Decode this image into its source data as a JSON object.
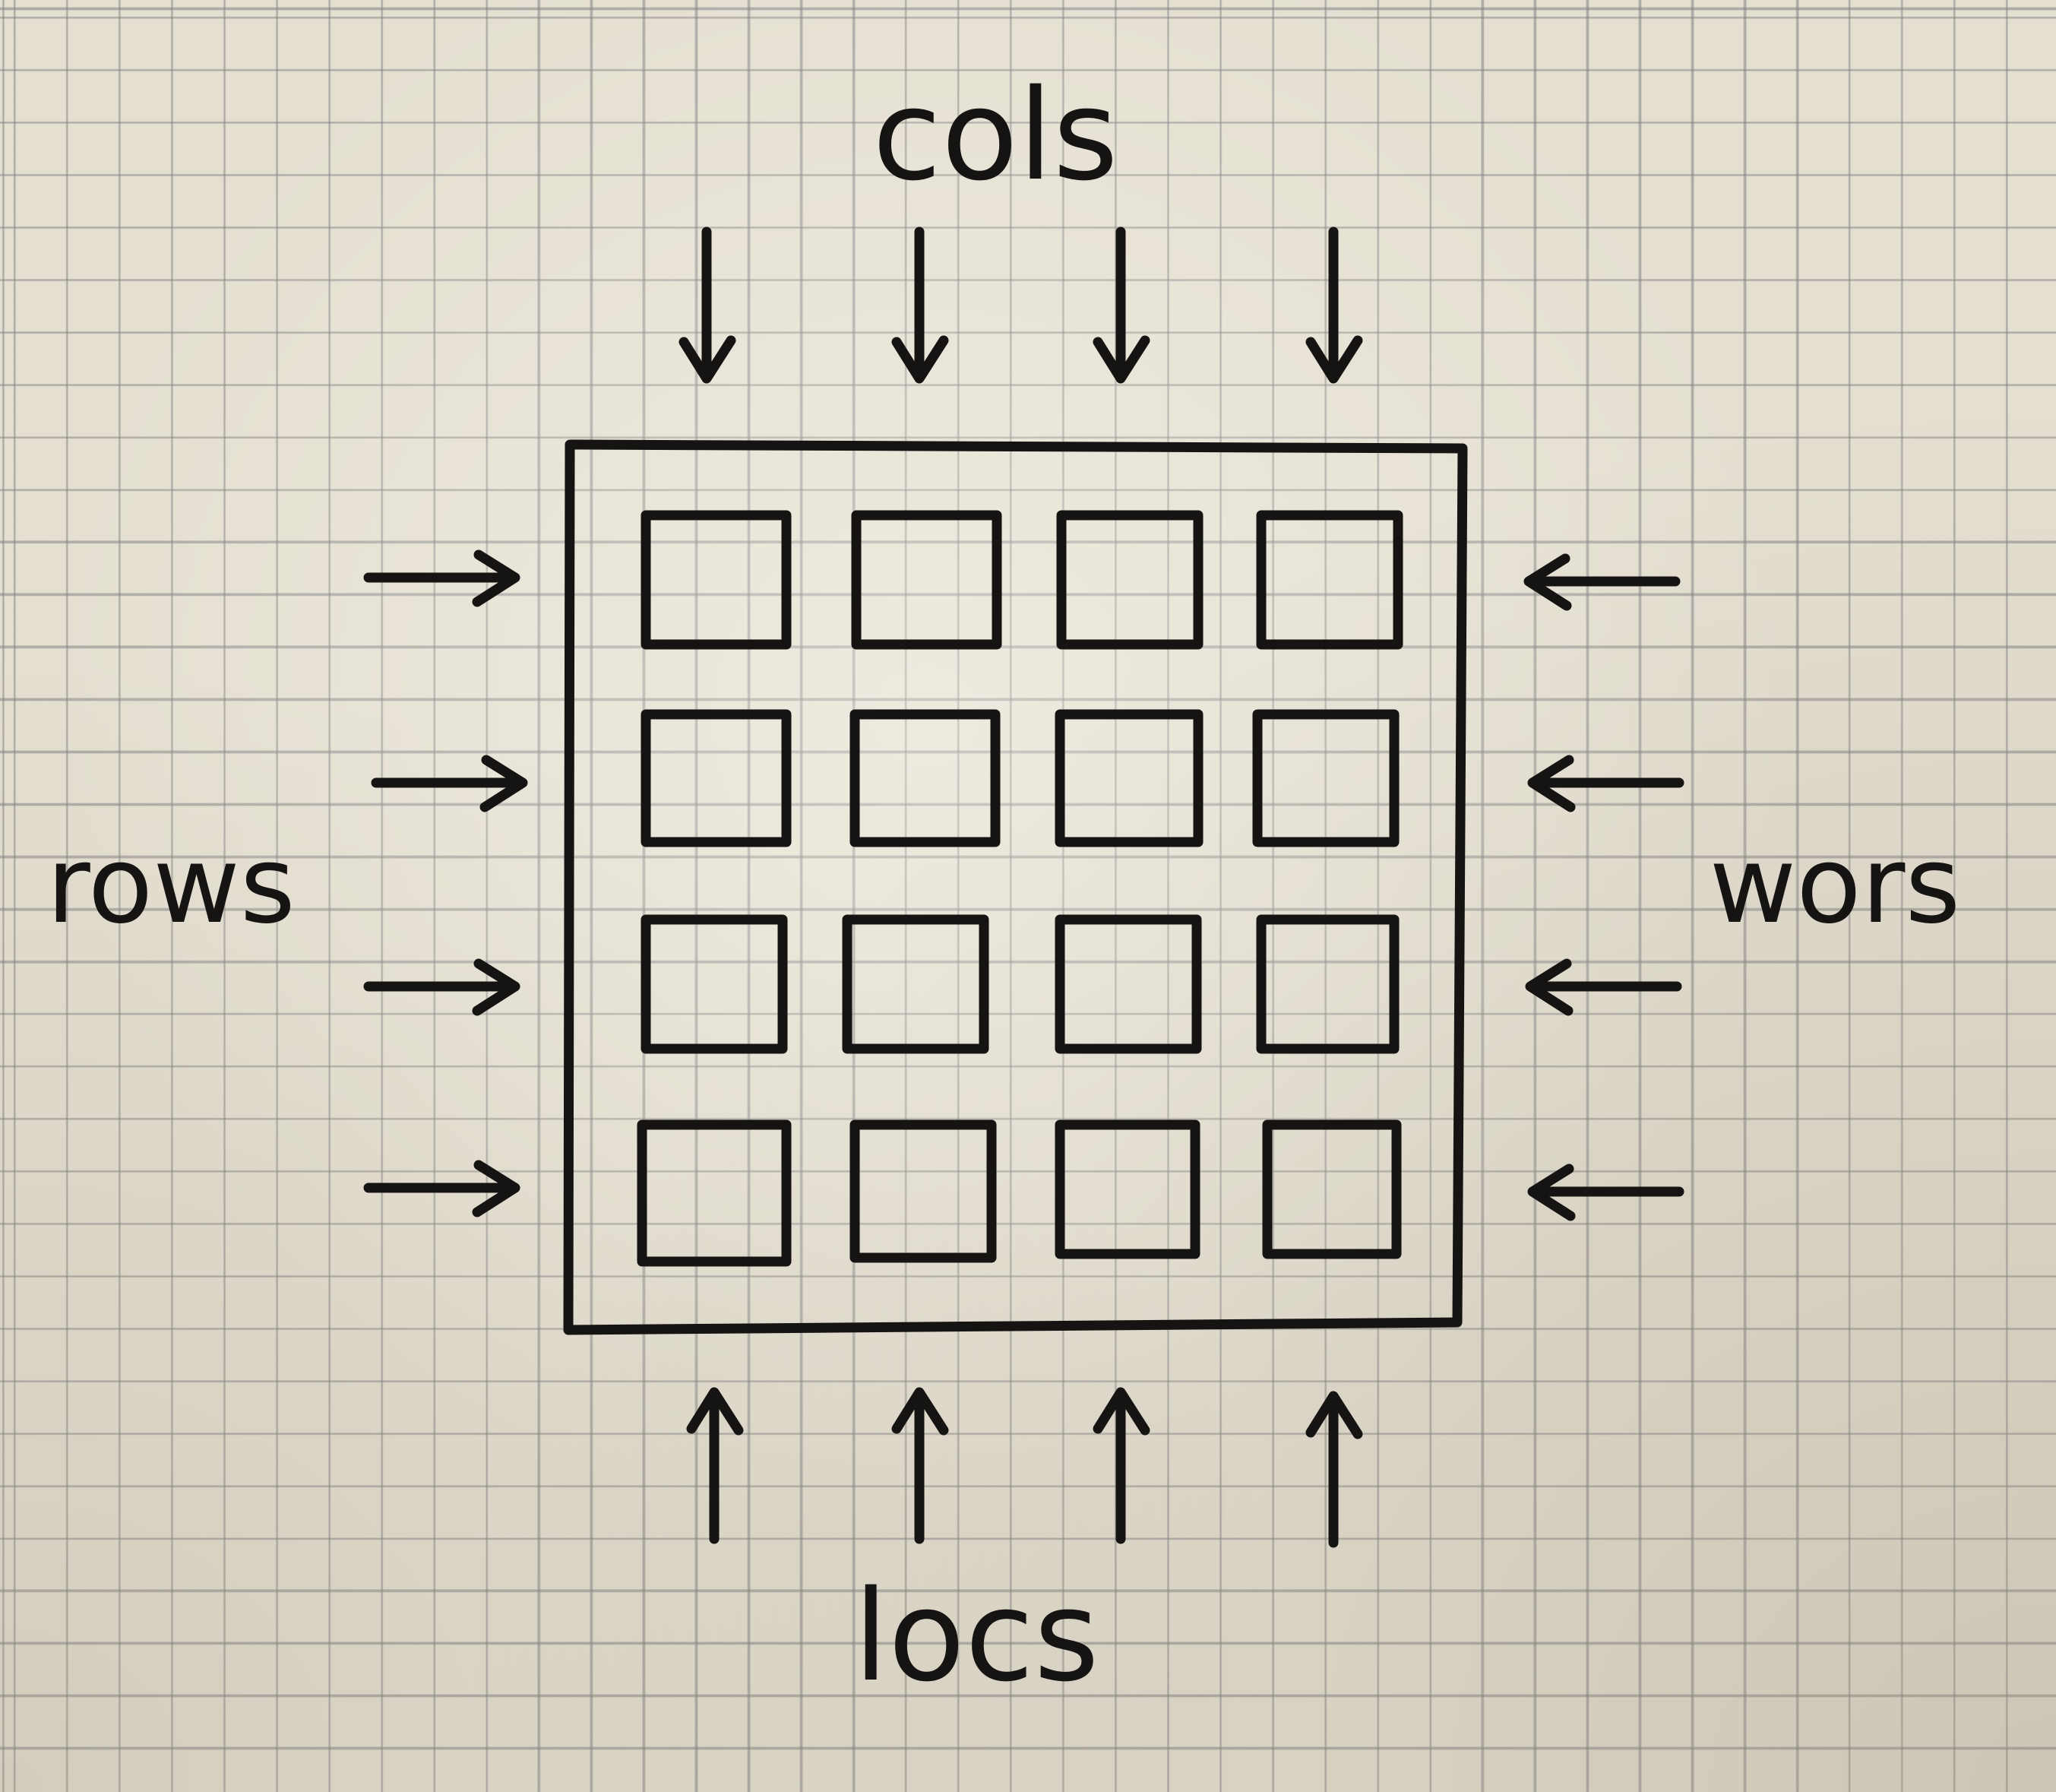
{
  "labels": {
    "top": "cols",
    "bottom": "locs",
    "left": "rows",
    "right": "wors"
  },
  "grid": {
    "rows": 4,
    "cols": 4
  },
  "colors": {
    "ink": "#161412",
    "paper": "#e4dfd1",
    "grid_line": "#828282"
  }
}
